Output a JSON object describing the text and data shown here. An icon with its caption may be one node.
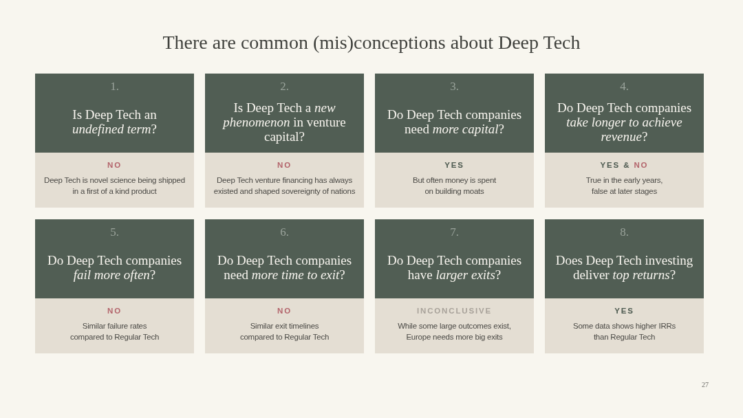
{
  "diagram": {
    "title": "There are common (mis)conceptions about Deep Tech",
    "nodes": [
      {
        "text": [
          "1.",
          "Is Deep Tech an *undefined term*?",
          "NO",
          "Deep Tech is novel science being shipped in a first of a kind product"
        ]
      },
      {
        "text": [
          "2.",
          "Is Deep Tech a *new phenomenon* in venture capital?",
          "NO",
          "Deep Tech venture financing has always existed and shaped sovereignty of nations"
        ]
      },
      {
        "text": [
          "3.",
          "Do Deep Tech companies need *more capital*?",
          "YES",
          "But often money is spent on building moats"
        ]
      },
      {
        "text": [
          "4.",
          "Do Deep Tech companies *take longer to achieve revenue*?",
          "YES &",
          "NO",
          "True in the early years, false at later stages"
        ]
      },
      {
        "text": [
          "5.",
          "Do Deep Tech companies *fail more often*?",
          "NO",
          "Similar failure rates compared to Regular Tech"
        ]
      },
      {
        "text": [
          "6.",
          "Do Deep Tech companies need *more time to exit*?",
          "NO",
          "Similar exit timelines compared to Regular Tech"
        ]
      },
      {
        "text": [
          "7.",
          "Do Deep Tech companies have *larger exits*?",
          "INCONCLUSIVE",
          "While some large outcomes exist, Europe needs more big exits"
        ]
      },
      {
        "text": [
          "8.",
          "Does Deep Tech investing deliver *top returns*?",
          "YES",
          "Some data shows higher IRRs than Regular Tech"
        ]
      }
    ],
    "labels": [
      "27"
    ]
  }
}
